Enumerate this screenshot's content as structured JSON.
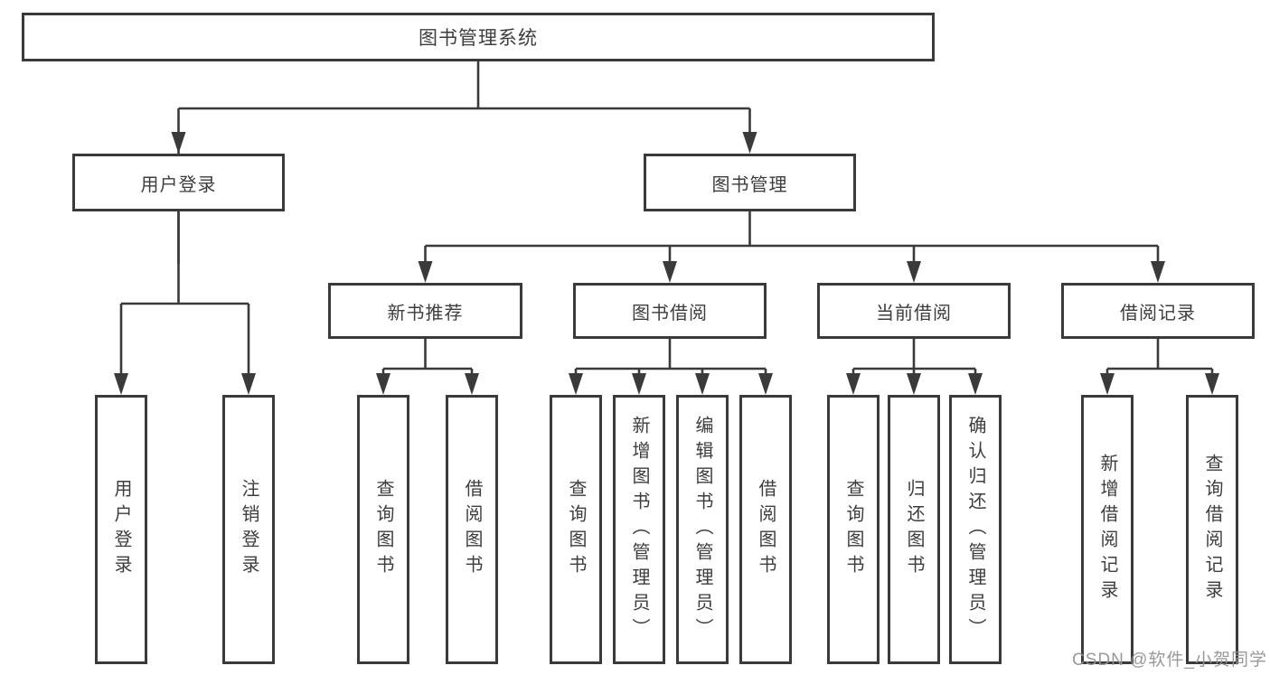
{
  "diagram": {
    "type": "tree-structure-diagram",
    "line_color": "#3a3a3a",
    "box_fill": "#ffffff",
    "hierarchy": {
      "图书管理系统": {
        "用户登录": [
          "用户登录",
          "注销登录"
        ],
        "图书管理": {
          "新书推荐": [
            "查询图书",
            "借阅图书"
          ],
          "图书借阅": [
            "查询图书",
            "新增图书（管理员）",
            "编辑图书（管理员）",
            "借阅图书"
          ],
          "当前借阅": [
            "查询图书",
            "归还图书",
            "确认归还（管理员）"
          ],
          "借阅记录": [
            "新增借阅记录",
            "查询借阅记录"
          ]
        }
      }
    }
  },
  "labels": {
    "root": "图书管理系统",
    "login": "用户登录",
    "mgmt": "图书管理",
    "rec": "新书推荐",
    "borrow": "图书借阅",
    "current": "当前借阅",
    "record": "借阅记录",
    "leaf_user_login": "用户登录",
    "leaf_logout": "注销登录",
    "leaf_rec_query": "查询图书",
    "leaf_rec_borrow": "借阅图书",
    "leaf_bor_query": "查询图书",
    "leaf_bor_add": "新增图书（管理员）",
    "leaf_bor_edit": "编辑图书（管理员）",
    "leaf_bor_borrow": "借阅图书",
    "leaf_cur_query": "查询图书",
    "leaf_cur_return": "归还图书",
    "leaf_cur_confirm": "确认归还（管理员）",
    "leaf_rcd_add": "新增借阅记录",
    "leaf_rcd_query": "查询借阅记录"
  },
  "watermark": "CSDN @软件_小贺同学"
}
